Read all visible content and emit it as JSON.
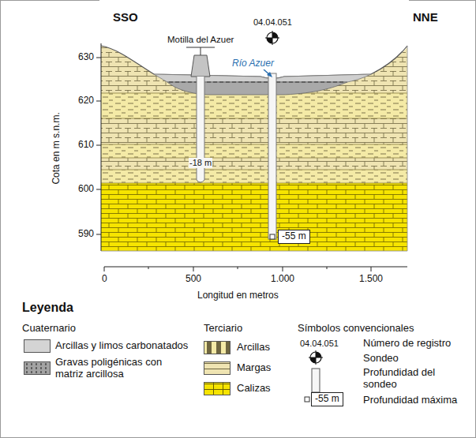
{
  "diagram": {
    "nodes": [
      {
        "text": [
          "-55 m"
        ]
      },
      {
        "text": [
          "-55 m"
        ]
      }
    ],
    "labels": [
      "SSO",
      "NNE",
      "04.04.051",
      "Motilla del Azuer",
      "Río Azuer",
      "-18 m",
      "630",
      "620",
      "610",
      "600",
      "590",
      "Cota en m s.n.m.",
      "0",
      "500",
      "1.000",
      "1.500",
      "Longitud en metros",
      "Leyenda",
      "Cuaternario",
      "Terciario",
      "Símbolos convencionales",
      "04.04.051"
    ],
    "legend": [
      {
        "text": "Arcillas y limos carbonatados",
        "color": "#d4d4d4"
      },
      {
        "text": "Gravas poligénicas con matriz arcillosa",
        "color": "#a3a3a3"
      },
      {
        "text": "Arcillas",
        "color": "#f4eaa6"
      },
      {
        "text": "Margas",
        "color": "#efe4b2"
      },
      {
        "text": "Calizas",
        "color": "#f6e400"
      },
      {
        "text": "Número de registro"
      },
      {
        "text": "Sondeo"
      },
      {
        "text": "Profundidad del sondeo"
      },
      {
        "text": "Profundidad máxima"
      }
    ]
  }
}
